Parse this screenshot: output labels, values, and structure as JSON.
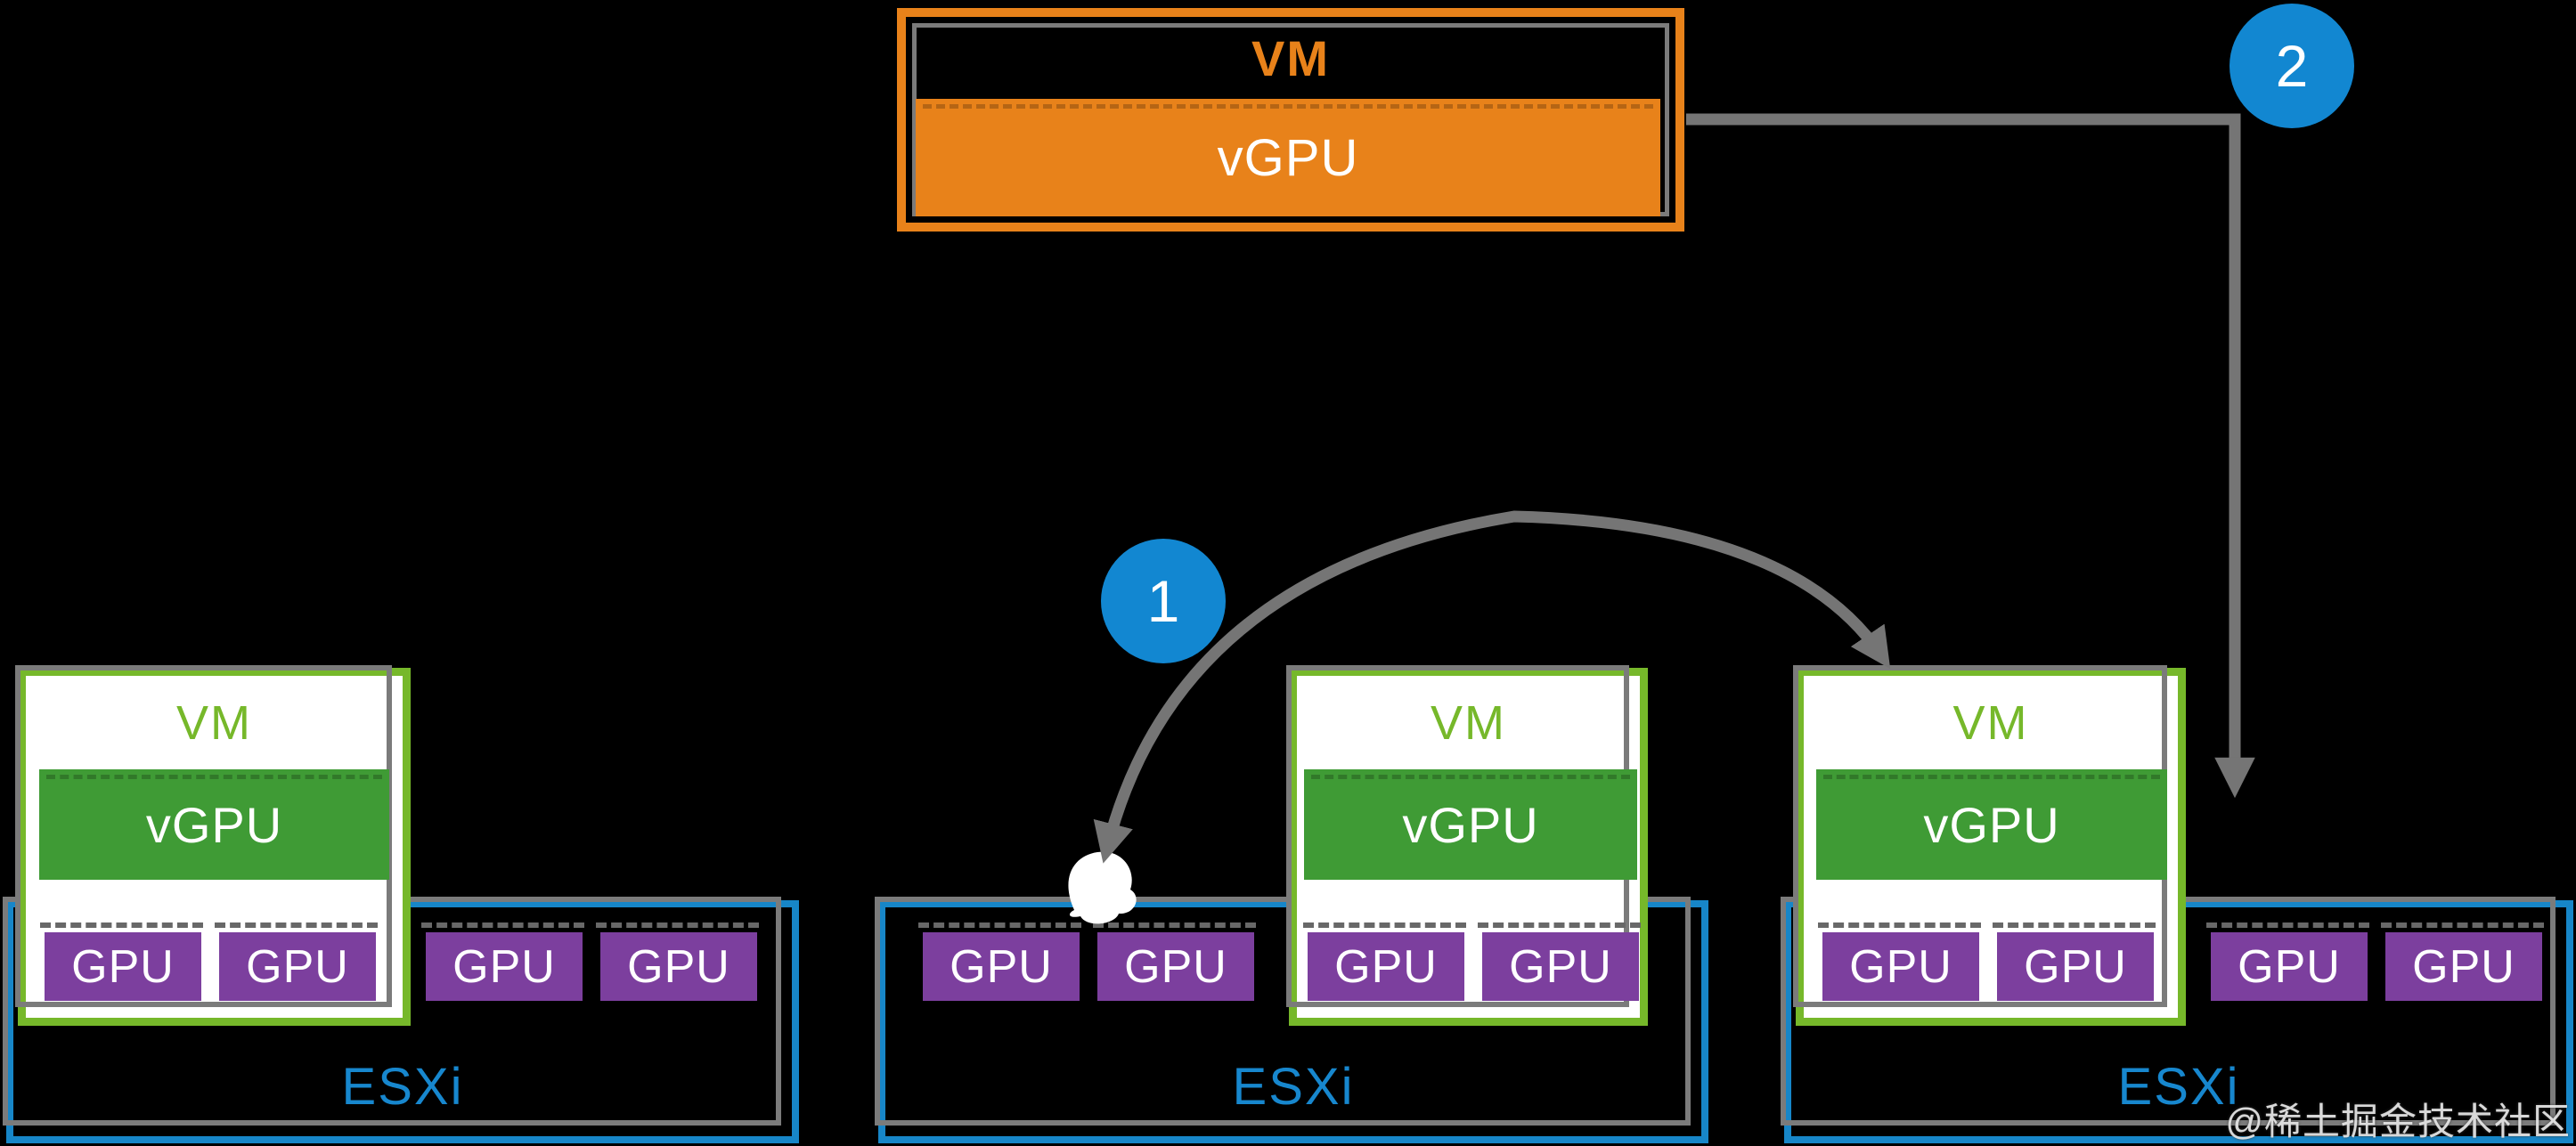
{
  "colors": {
    "background": "#000000",
    "orange": "#E8821A",
    "green_border": "#76B82A",
    "green_fill": "#3F9B35",
    "host_blue": "#1786C8",
    "esxi_text_blue": "#1787CE",
    "callout_blue": "#1287D1",
    "purple": "#7C3F9E",
    "shadow_gray": "#7B7B7B",
    "arrow_gray": "#757575",
    "text_white": "#FFFFFF"
  },
  "migrating_vm": {
    "label": "VM",
    "vgpu_label": "vGPU"
  },
  "callouts": [
    {
      "number": "1"
    },
    {
      "number": "2"
    }
  ],
  "hosts": [
    {
      "esxi_label": "ESXi",
      "vm": {
        "label": "VM",
        "vgpu_label": "vGPU"
      },
      "gpus": [
        "GPU",
        "GPU",
        "GPU",
        "GPU"
      ]
    },
    {
      "esxi_label": "ESXi",
      "vm": {
        "label": "VM",
        "vgpu_label": "vGPU"
      },
      "gpus": [
        "GPU",
        "GPU",
        "GPU",
        "GPU"
      ]
    },
    {
      "esxi_label": "ESXi",
      "vm": {
        "label": "VM",
        "vgpu_label": "vGPU"
      },
      "gpus": [
        "GPU",
        "GPU",
        "GPU",
        "GPU"
      ]
    }
  ],
  "watermark": "@稀土掘金技术社区"
}
